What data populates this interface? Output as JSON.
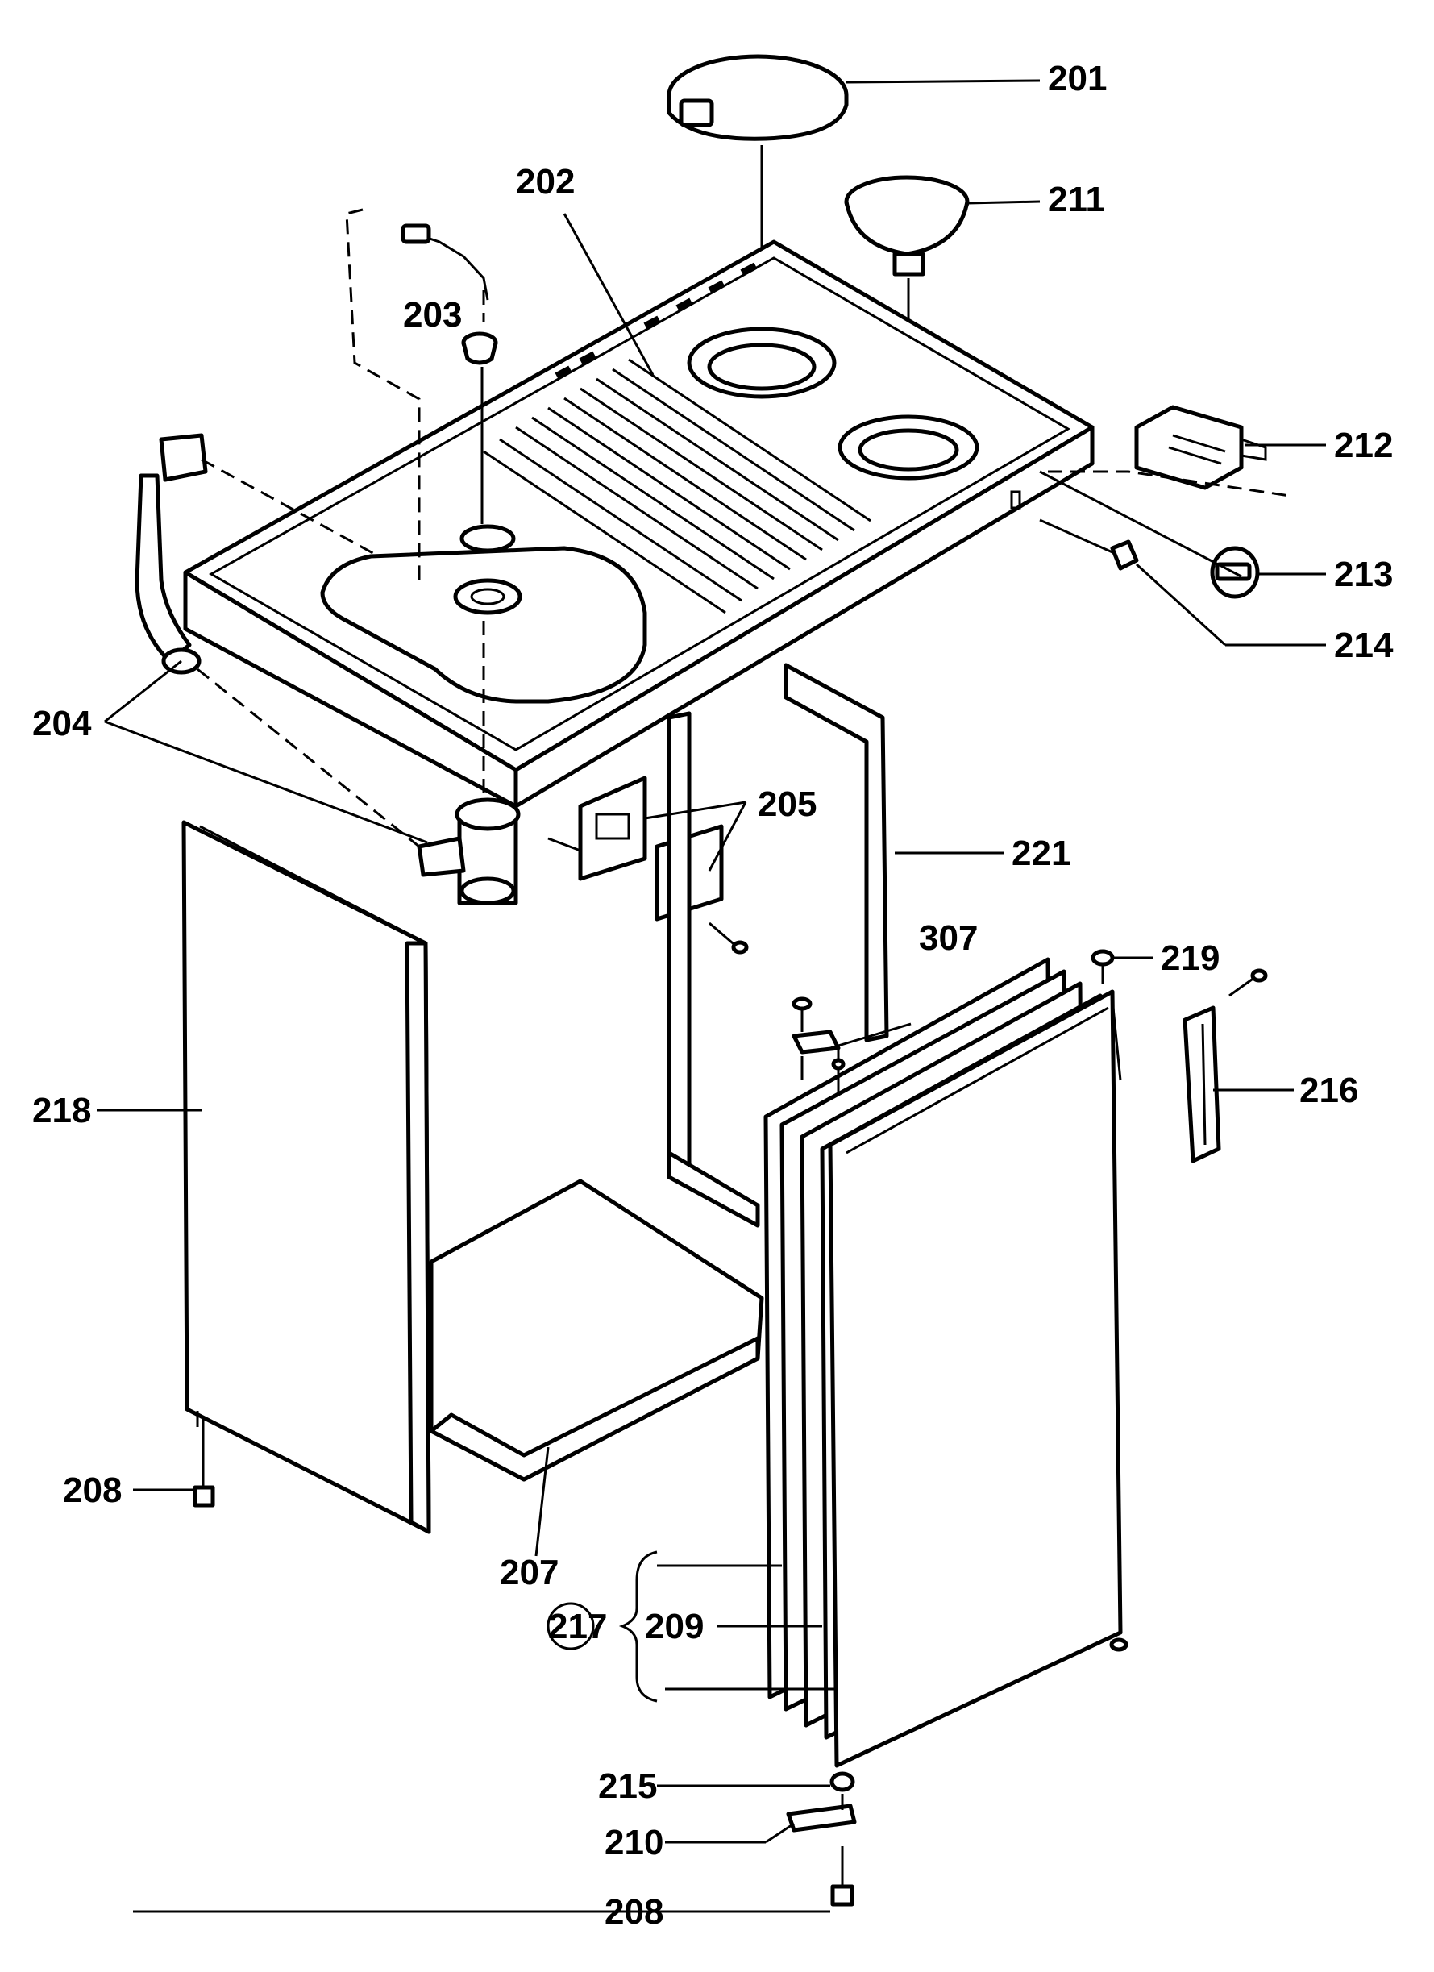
{
  "labels": {
    "p201": "201",
    "p202": "202",
    "p203": "203",
    "p204": "204",
    "p205": "205",
    "p207": "207",
    "p208a": "208",
    "p208b": "208",
    "p209": "209",
    "p210": "210",
    "p211": "211",
    "p212": "212",
    "p213": "213",
    "p214": "214",
    "p215": "215",
    "p216": "216",
    "p217": "217",
    "p218": "218",
    "p219": "219",
    "p221": "221",
    "p307": "307"
  }
}
